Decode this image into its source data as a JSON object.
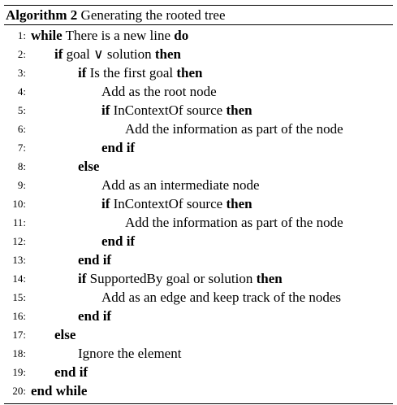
{
  "algorithm": {
    "label": "Algorithm 2",
    "title": "Generating the rooted tree",
    "lines": [
      {
        "num": "1:",
        "indent": 0,
        "parts": [
          {
            "t": "while",
            "kw": true
          },
          {
            "t": " There is a new line "
          },
          {
            "t": "do",
            "kw": true
          }
        ]
      },
      {
        "num": "2:",
        "indent": 1,
        "parts": [
          {
            "t": "if",
            "kw": true
          },
          {
            "t": " goal ∨ solution "
          },
          {
            "t": "then",
            "kw": true
          }
        ]
      },
      {
        "num": "3:",
        "indent": 2,
        "parts": [
          {
            "t": "if",
            "kw": true
          },
          {
            "t": " Is the first goal "
          },
          {
            "t": "then",
            "kw": true
          }
        ]
      },
      {
        "num": "4:",
        "indent": 3,
        "parts": [
          {
            "t": "Add as the root node"
          }
        ]
      },
      {
        "num": "5:",
        "indent": 3,
        "parts": [
          {
            "t": "if",
            "kw": true
          },
          {
            "t": " InContextOf source "
          },
          {
            "t": "then",
            "kw": true
          }
        ]
      },
      {
        "num": "6:",
        "indent": 4,
        "parts": [
          {
            "t": "Add the information as part of the node"
          }
        ]
      },
      {
        "num": "7:",
        "indent": 3,
        "parts": [
          {
            "t": "end if",
            "kw": true
          }
        ]
      },
      {
        "num": "8:",
        "indent": 2,
        "parts": [
          {
            "t": "else",
            "kw": true
          }
        ]
      },
      {
        "num": "9:",
        "indent": 3,
        "parts": [
          {
            "t": "Add as an intermediate node"
          }
        ]
      },
      {
        "num": "10:",
        "indent": 3,
        "parts": [
          {
            "t": "if",
            "kw": true
          },
          {
            "t": " InContextOf source "
          },
          {
            "t": "then",
            "kw": true
          }
        ]
      },
      {
        "num": "11:",
        "indent": 4,
        "parts": [
          {
            "t": "Add the information as part of the node"
          }
        ]
      },
      {
        "num": "12:",
        "indent": 3,
        "parts": [
          {
            "t": "end if",
            "kw": true
          }
        ]
      },
      {
        "num": "13:",
        "indent": 2,
        "parts": [
          {
            "t": "end if",
            "kw": true
          }
        ]
      },
      {
        "num": "14:",
        "indent": 2,
        "parts": [
          {
            "t": "if",
            "kw": true
          },
          {
            "t": " SupportedBy goal or solution "
          },
          {
            "t": "then",
            "kw": true
          }
        ]
      },
      {
        "num": "15:",
        "indent": 3,
        "parts": [
          {
            "t": "Add as an edge and keep track of the nodes"
          }
        ]
      },
      {
        "num": "16:",
        "indent": 2,
        "parts": [
          {
            "t": "end if",
            "kw": true
          }
        ]
      },
      {
        "num": "17:",
        "indent": 1,
        "parts": [
          {
            "t": "else",
            "kw": true
          }
        ]
      },
      {
        "num": "18:",
        "indent": 2,
        "parts": [
          {
            "t": "Ignore the element"
          }
        ]
      },
      {
        "num": "19:",
        "indent": 1,
        "parts": [
          {
            "t": "end if",
            "kw": true
          }
        ]
      },
      {
        "num": "20:",
        "indent": 0,
        "parts": [
          {
            "t": "end while",
            "kw": true
          }
        ]
      }
    ]
  }
}
